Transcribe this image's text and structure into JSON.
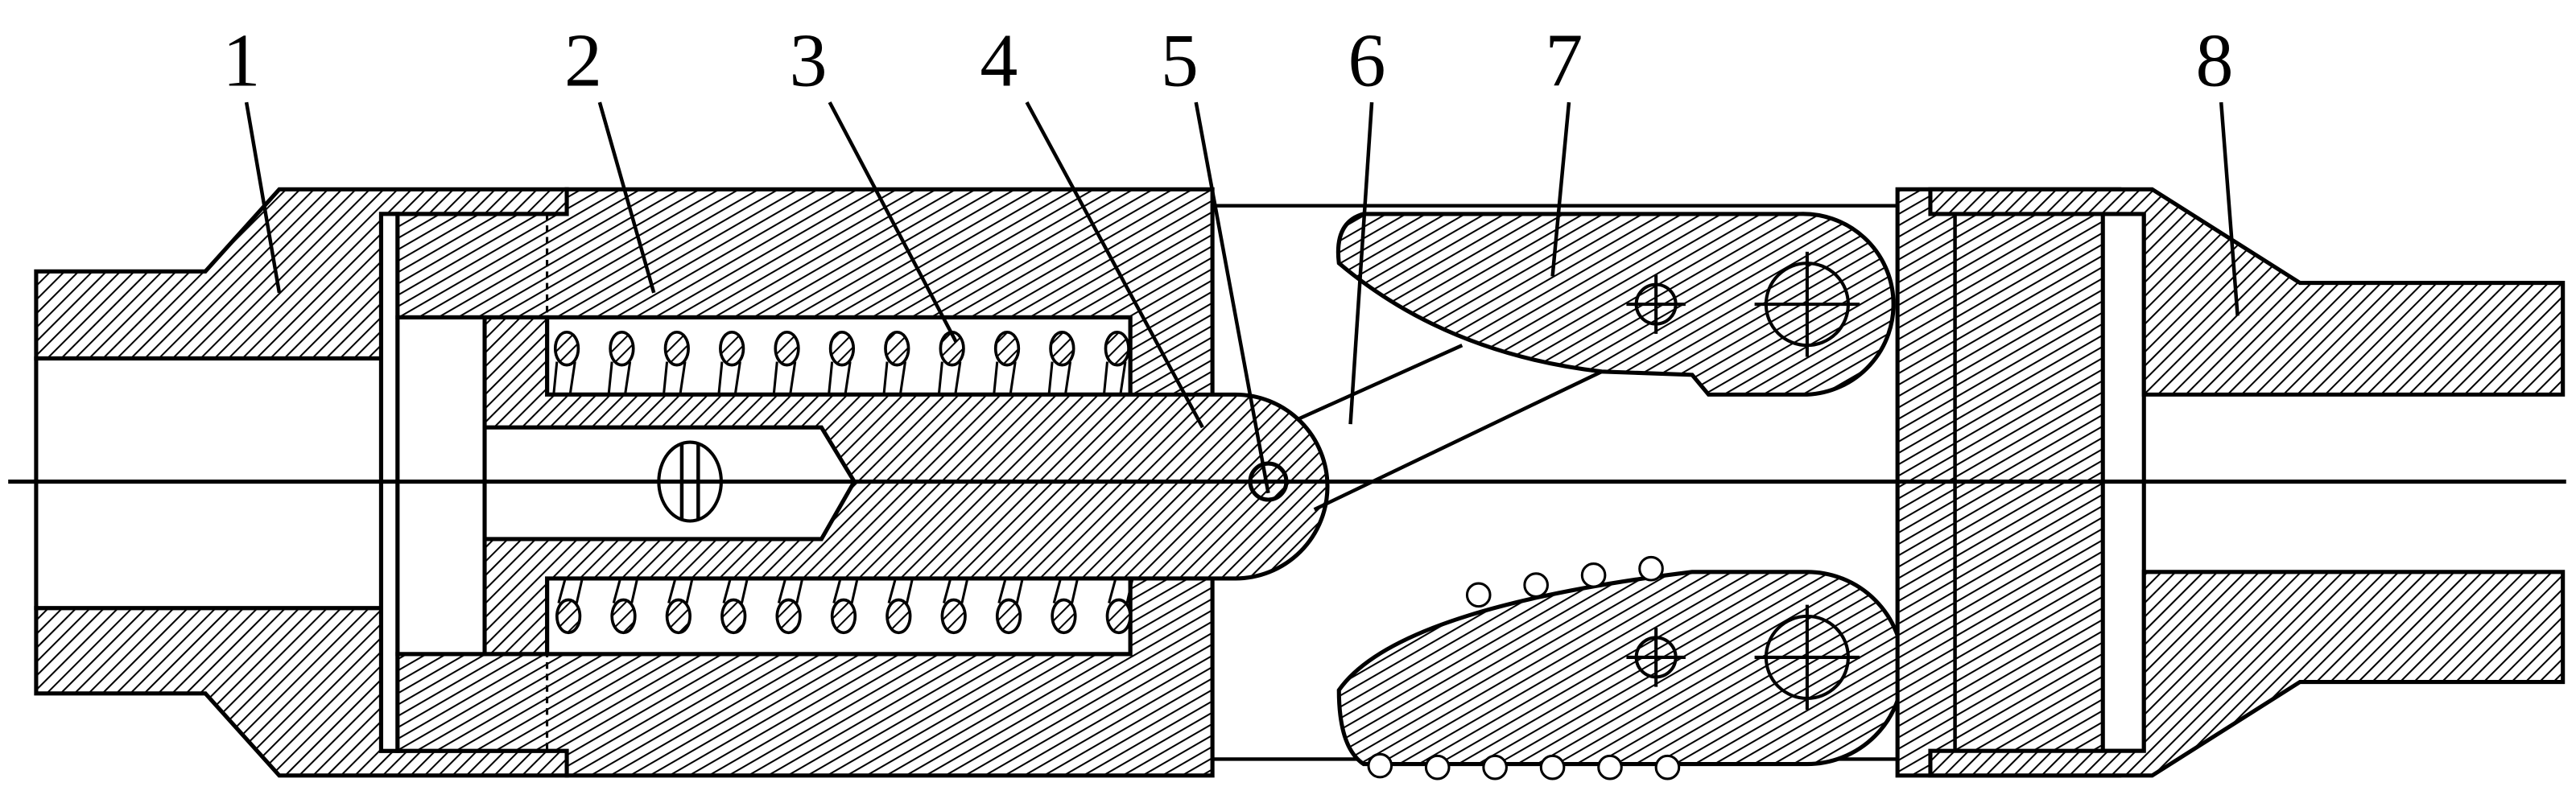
{
  "drawing": {
    "part_labels": [
      "1",
      "2",
      "3",
      "4",
      "5",
      "6",
      "7",
      "8"
    ]
  }
}
